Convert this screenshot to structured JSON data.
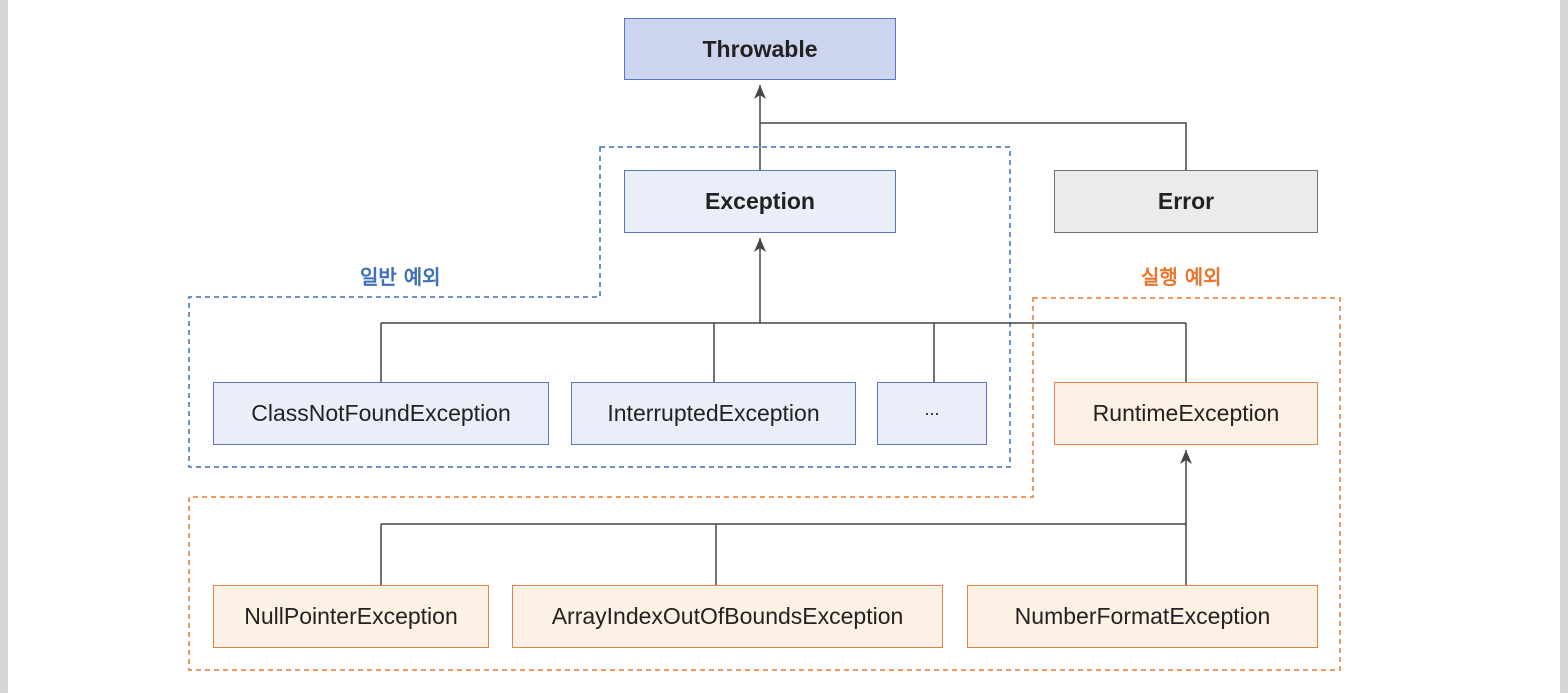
{
  "colors": {
    "line": "#444444",
    "throwable_fill": "#cdd5ee",
    "throwable_border": "#5a78c2",
    "blue_fill": "#eaeef8",
    "blue_border": "#5a78c2",
    "error_fill": "#ebebeb",
    "error_border": "#707070",
    "orange_fill": "#fdf0e4",
    "orange_border": "#e58245",
    "checked_label": "#3f6fb8",
    "runtime_label": "#e8762c"
  },
  "nodes": {
    "throwable": "Throwable",
    "exception": "Exception",
    "error": "Error",
    "class_not_found": "ClassNotFoundException",
    "interrupted": "InterruptedException",
    "ellipsis": "...",
    "runtime": "RuntimeException",
    "null_pointer": "NullPointerException",
    "array_index": "ArrayIndexOutOfBoundsException",
    "number_format": "NumberFormatException"
  },
  "groups": {
    "checked_label": "일반 예외",
    "runtime_label": "실행 예외"
  }
}
